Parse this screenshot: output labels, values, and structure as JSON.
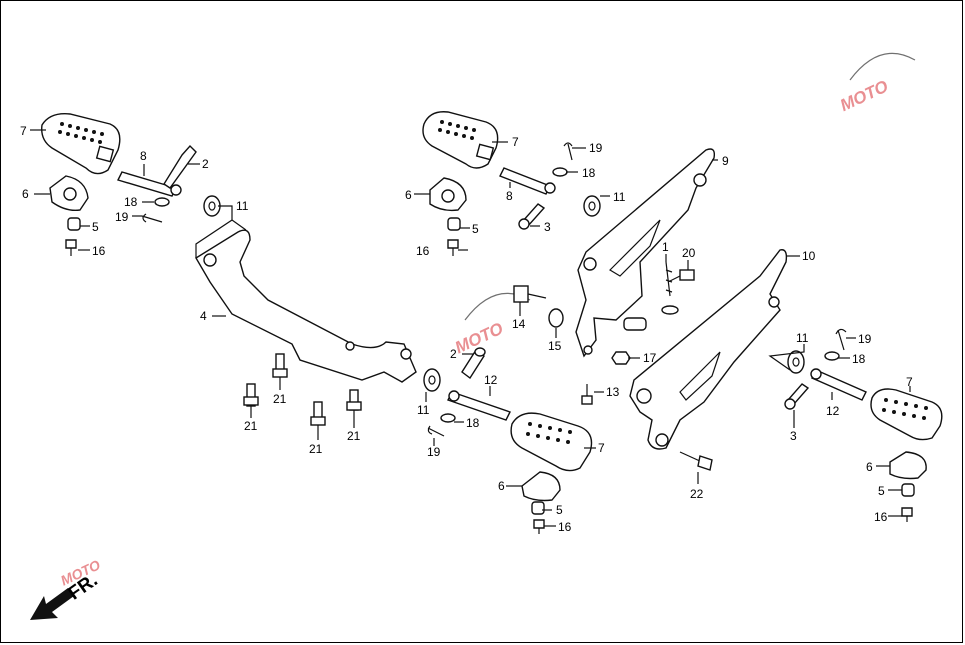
{
  "diagram": {
    "callouts": [
      {
        "id": "c7a",
        "text": "7"
      },
      {
        "id": "c8a",
        "text": "8"
      },
      {
        "id": "c2a",
        "text": "2"
      },
      {
        "id": "c6a",
        "text": "6"
      },
      {
        "id": "c18a",
        "text": "18"
      },
      {
        "id": "c11a",
        "text": "11"
      },
      {
        "id": "c19a",
        "text": "19"
      },
      {
        "id": "c5a",
        "text": "5"
      },
      {
        "id": "c16a",
        "text": "16"
      },
      {
        "id": "c4",
        "text": "4"
      },
      {
        "id": "c21a",
        "text": "21"
      },
      {
        "id": "c21b",
        "text": "21"
      },
      {
        "id": "c21c",
        "text": "21"
      },
      {
        "id": "c21d",
        "text": "21"
      },
      {
        "id": "c7b",
        "text": "7"
      },
      {
        "id": "c19b",
        "text": "19"
      },
      {
        "id": "c18b",
        "text": "18"
      },
      {
        "id": "c8b",
        "text": "8"
      },
      {
        "id": "c11b",
        "text": "11"
      },
      {
        "id": "c6b",
        "text": "6"
      },
      {
        "id": "c3a",
        "text": "3"
      },
      {
        "id": "c5b",
        "text": "5"
      },
      {
        "id": "c16b",
        "text": "16"
      },
      {
        "id": "c9",
        "text": "9"
      },
      {
        "id": "c1",
        "text": "1"
      },
      {
        "id": "c20",
        "text": "20"
      },
      {
        "id": "c14",
        "text": "14"
      },
      {
        "id": "c15",
        "text": "15"
      },
      {
        "id": "c17",
        "text": "17"
      },
      {
        "id": "c2b",
        "text": "2"
      },
      {
        "id": "c12a",
        "text": "12"
      },
      {
        "id": "c11c",
        "text": "11"
      },
      {
        "id": "c18c",
        "text": "18"
      },
      {
        "id": "c19c",
        "text": "19"
      },
      {
        "id": "c13",
        "text": "13"
      },
      {
        "id": "c7c",
        "text": "7"
      },
      {
        "id": "c6c",
        "text": "6"
      },
      {
        "id": "c5c",
        "text": "5"
      },
      {
        "id": "c16c",
        "text": "16"
      },
      {
        "id": "c10",
        "text": "10"
      },
      {
        "id": "c11d",
        "text": "11"
      },
      {
        "id": "c19d",
        "text": "19"
      },
      {
        "id": "c18d",
        "text": "18"
      },
      {
        "id": "c12b",
        "text": "12"
      },
      {
        "id": "c3b",
        "text": "3"
      },
      {
        "id": "c7d",
        "text": "7"
      },
      {
        "id": "c6d",
        "text": "6"
      },
      {
        "id": "c5d",
        "text": "5"
      },
      {
        "id": "c16d",
        "text": "16"
      },
      {
        "id": "c22",
        "text": "22"
      }
    ],
    "front_marker": "FR.",
    "watermark": "MOTO"
  },
  "colors": {
    "line": "#111111",
    "watermark": "#d8343a"
  }
}
